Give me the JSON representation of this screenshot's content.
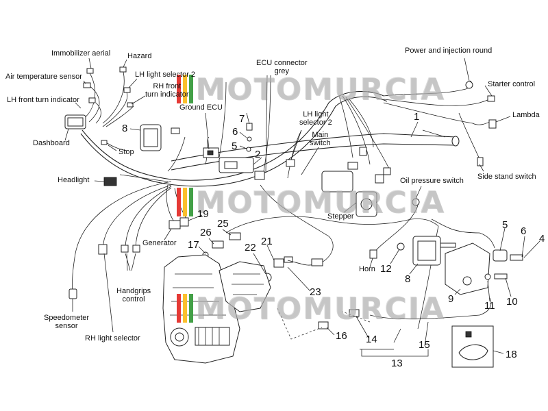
{
  "labels": {
    "immobilizer_aerial": "Immobilizer aerial",
    "hazard": "Hazard",
    "air_temperature_sensor": "Air temperature sensor",
    "lh_light_selector_2_top": "LH light selector 2",
    "lh_front_turn_indicator": "LH front turn indicator",
    "rh_front_turn_indicator": "RH front\nturn indicator",
    "ground_ecu": "Ground ECU",
    "ecu_connector_grey": "ECU connector\ngrey",
    "lh_light_selector_2": "LH light\nselector 2",
    "main_switch": "Main\nswitch",
    "dashboard": "Dashboard",
    "stop": "Stop",
    "headlight": "Headlight",
    "power_and_injection_round": "Power and injection round",
    "starter_control": "Starter control",
    "lambda": "Lambda",
    "side_stand_switch": "Side stand switch",
    "oil_pressure_switch": "Oil pressure switch",
    "stepper": "Stepper",
    "generator": "Generator",
    "horn": "Horn",
    "handgrips_control": "Handgrips\ncontrol",
    "speedometer_sensor": "Speedometer\nsensor",
    "rh_light_selector": "RH light selector"
  },
  "numbers": {
    "n1": "1",
    "n2": "2",
    "n5a": "5",
    "n6a": "6",
    "n7": "7",
    "n8a": "8",
    "n4": "4",
    "n5b": "5",
    "n6b": "6",
    "n8b": "8",
    "n9": "9",
    "n10": "10",
    "n11": "11",
    "n12": "12",
    "n13": "13",
    "n14": "14",
    "n15": "15",
    "n16": "16",
    "n17": "17",
    "n18": "18",
    "n19": "19",
    "n21": "21",
    "n22": "22",
    "n23": "23",
    "n25": "25",
    "n26": "26"
  },
  "watermark": {
    "text": "MOTOMURCIA",
    "bar_colors": [
      "#e53935",
      "#fbc02d",
      "#43a047"
    ]
  }
}
